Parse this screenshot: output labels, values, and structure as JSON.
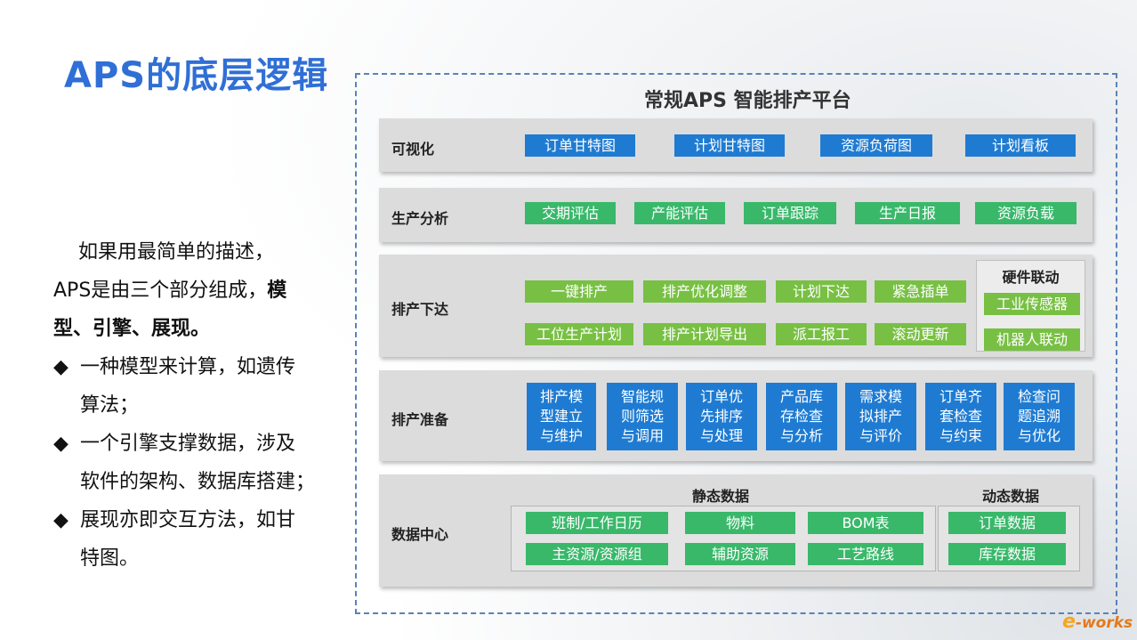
{
  "slide": {
    "title": "APS的底层逻辑",
    "description": {
      "intro_line1": "如果用最简单的描述，",
      "intro_line2_plain": "APS是由三个部分组成，",
      "intro_line2_bold": "模",
      "intro_line3_bold": "型、引擎、展现。",
      "bullet_mark": "◆",
      "bullets": [
        {
          "line1": "一种模型来计算，如遗传",
          "line2": "算法；"
        },
        {
          "line1": "一个引擎支撑数据，涉及",
          "line2": "软件的架构、数据库搭建；"
        },
        {
          "line1": "展现亦即交互方法，如甘",
          "line2": "特图。"
        }
      ]
    }
  },
  "platform": {
    "title": "常规APS 智能排产平台",
    "layers": {
      "visual": {
        "label": "可视化",
        "items": [
          "订单甘特图",
          "计划甘特图",
          "资源负荷图",
          "计划看板"
        ]
      },
      "analysis": {
        "label": "生产分析",
        "items": [
          "交期评估",
          "产能评估",
          "订单跟踪",
          "生产日报",
          "资源负载"
        ]
      },
      "dispatch": {
        "label": "排产下达",
        "row1": [
          "一键排产",
          "排产优化调整",
          "计划下达",
          "紧急插单"
        ],
        "row2": [
          "工位生产计划",
          "排产计划导出",
          "派工报工",
          "滚动更新"
        ],
        "hardware": {
          "title": "硬件联动",
          "items": [
            "工业传感器",
            "机器人联动"
          ]
        }
      },
      "prepare": {
        "label": "排产准备",
        "items": [
          [
            "排产模",
            "型建立",
            "与维护"
          ],
          [
            "智能规",
            "则筛选",
            "与调用"
          ],
          [
            "订单优",
            "先排序",
            "与处理"
          ],
          [
            "产品库",
            "存检查",
            "与分析"
          ],
          [
            "需求模",
            "拟排产",
            "与评价"
          ],
          [
            "订单齐",
            "套检查",
            "与约束"
          ],
          [
            "检查问",
            "题追溯",
            "与优化"
          ]
        ]
      },
      "data": {
        "label": "数据中心",
        "static_title": "静态数据",
        "static_items": [
          "班制/工作日历",
          "物料",
          "BOM表",
          "主资源/资源组",
          "辅助资源",
          "工艺路线"
        ],
        "dynamic_title": "动态数据",
        "dynamic_items": [
          "订单数据",
          "库存数据"
        ]
      }
    }
  },
  "logo": {
    "c": "e",
    "text": "-works"
  },
  "colors": {
    "title_blue": "#2f6fd6",
    "box_blue": "#1f7bd2",
    "box_green": "#39b86a",
    "box_lime": "#78c043"
  }
}
